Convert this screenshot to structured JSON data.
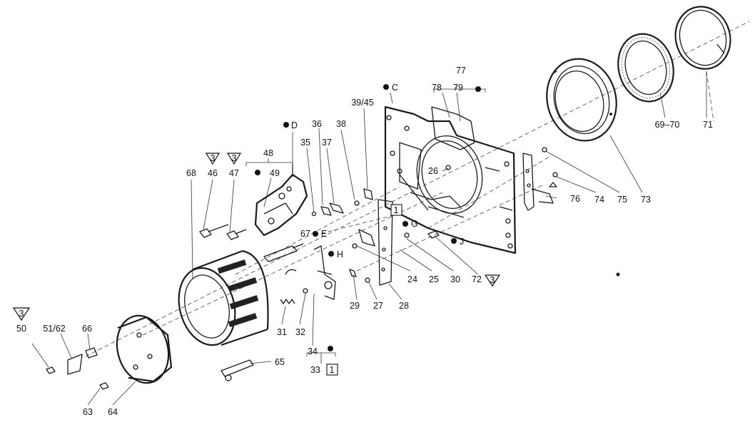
{
  "labels": {
    "l77": "77",
    "l78": "78",
    "l79": "79",
    "lC": "C",
    "l3945": "39/45",
    "l38": "38",
    "l37": "37",
    "l36": "36",
    "l35": "35",
    "lD": "D",
    "l48": "48",
    "l49": "49",
    "l46": "46",
    "l47": "47",
    "l68": "68",
    "l26": "26",
    "l1a": "1",
    "lG": "G",
    "lJ": "J",
    "l67": "67",
    "lE": "E",
    "lH": "H",
    "l24": "24",
    "l25": "25",
    "l30": "30",
    "l72": "72",
    "l29": "29",
    "l27": "27",
    "l28": "28",
    "l31": "31",
    "l32": "32",
    "l34": "34",
    "l33": "33",
    "l1b": "1",
    "l65": "65",
    "l50": "50",
    "l5162": "51/62",
    "l66": "66",
    "l63": "63",
    "l64": "64",
    "l6970": "69–70",
    "l71": "71",
    "l73": "73",
    "l74": "74",
    "l75": "75",
    "l76": "76",
    "t3": "3"
  }
}
